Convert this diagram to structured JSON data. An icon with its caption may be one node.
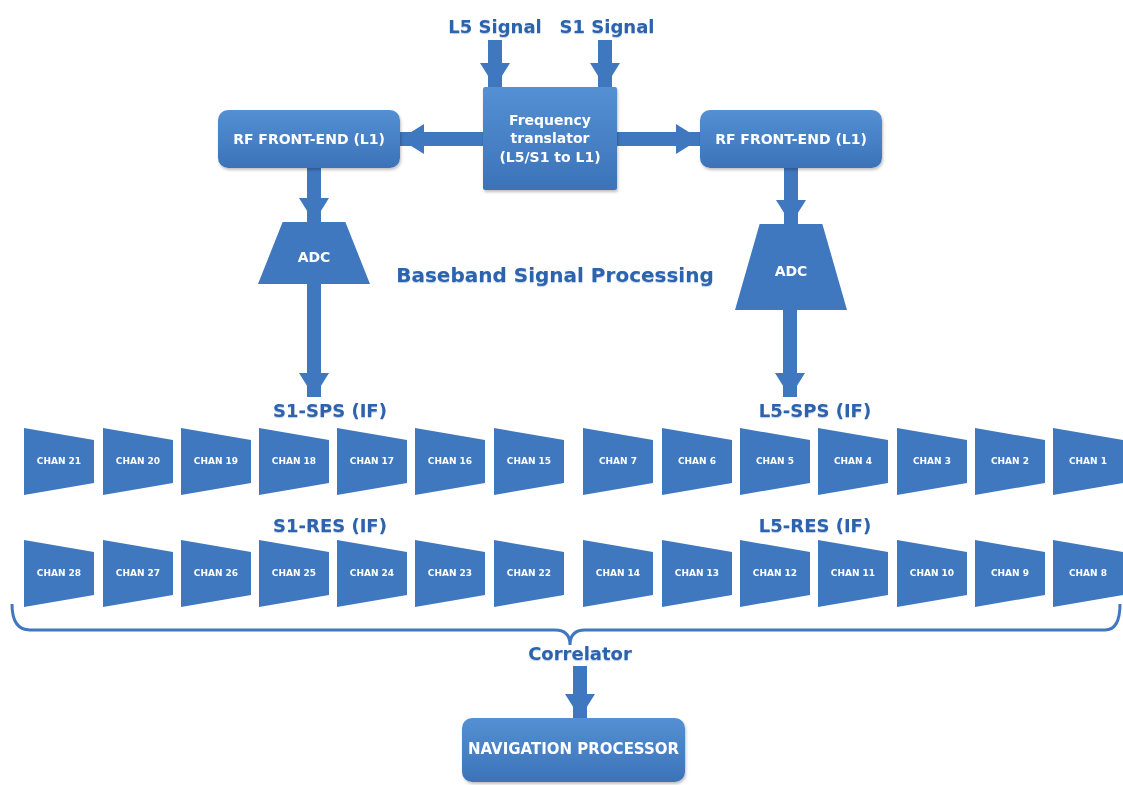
{
  "diagram": {
    "nodes": [
      {
        "text": [
          "L5 Signal"
        ]
      },
      {
        "text": [
          "S1 Signal"
        ]
      },
      {
        "text": [
          "Frequency translator (L5/S1 to L1)"
        ]
      },
      {
        "text": [
          "RF FRONT-END (L1)"
        ]
      },
      {
        "text": [
          "RF FRONT-END (L1)"
        ]
      },
      {
        "text": [
          "ADC"
        ]
      },
      {
        "text": [
          "ADC"
        ]
      },
      {
        "text": [
          "S1-SPS (IF)"
        ]
      },
      {
        "text": [
          "L5-SPS (IF)"
        ]
      },
      {
        "text": [
          "CHAN 21"
        ]
      },
      {
        "text": [
          "CHAN 20"
        ]
      },
      {
        "text": [
          "CHAN 19"
        ]
      },
      {
        "text": [
          "CHAN 18"
        ]
      },
      {
        "text": [
          "CHAN 17"
        ]
      },
      {
        "text": [
          "CHAN 16"
        ]
      },
      {
        "text": [
          "CHAN 15"
        ]
      },
      {
        "text": [
          "CHAN 7"
        ]
      },
      {
        "text": [
          "CHAN 6"
        ]
      },
      {
        "text": [
          "CHAN 5"
        ]
      },
      {
        "text": [
          "CHAN 4"
        ]
      },
      {
        "text": [
          "CHAN 3"
        ]
      },
      {
        "text": [
          "CHAN 2"
        ]
      },
      {
        "text": [
          "CHAN 1"
        ]
      },
      {
        "text": [
          "CHAN 28"
        ]
      },
      {
        "text": [
          "CHAN 27"
        ]
      },
      {
        "text": [
          "CHAN 26"
        ]
      },
      {
        "text": [
          "CHAN 25"
        ]
      },
      {
        "text": [
          "CHAN 24"
        ]
      },
      {
        "text": [
          "CHAN 23"
        ]
      },
      {
        "text": [
          "CHAN 22"
        ]
      },
      {
        "text": [
          "CHAN 14"
        ]
      },
      {
        "text": [
          "CHAN 13"
        ]
      },
      {
        "text": [
          "CHAN 12"
        ]
      },
      {
        "text": [
          "CHAN 11"
        ]
      },
      {
        "text": [
          "CHAN 10"
        ]
      },
      {
        "text": [
          "CHAN 9"
        ]
      },
      {
        "text": [
          "CHAN 8"
        ]
      },
      {
        "text": [
          "Correlator"
        ]
      },
      {
        "text": [
          "NAVIGATION PROCESSOR"
        ]
      }
    ],
    "edges": [
      {
        "from": 0,
        "to": 2,
        "arrow": "to"
      },
      {
        "from": 1,
        "to": 2,
        "arrow": "to"
      },
      {
        "from": 2,
        "to": 3,
        "arrow": "to"
      },
      {
        "from": 2,
        "to": 4,
        "arrow": "to"
      },
      {
        "from": 3,
        "to": 5,
        "arrow": "to"
      },
      {
        "from": 4,
        "to": 6,
        "arrow": "to"
      },
      {
        "from": 5,
        "to": 7,
        "arrow": "to"
      },
      {
        "from": 6,
        "to": 8,
        "arrow": "to"
      },
      {
        "from": 37,
        "to": 38,
        "arrow": "to"
      }
    ],
    "labels": [
      "Baseband Signal Processing",
      "S1-RES (IF)",
      "L5-RES (IF)"
    ]
  }
}
